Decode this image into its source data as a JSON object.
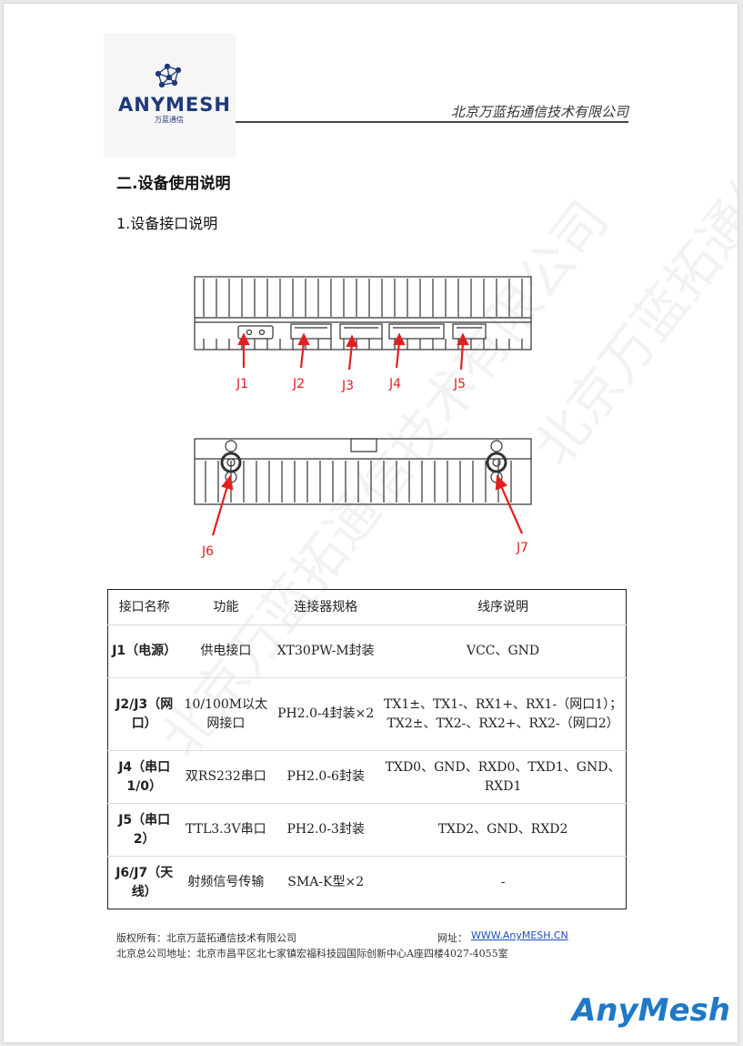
{
  "header": {
    "logo_text": "ANYMESH",
    "logo_subtitle": "万蓝通信",
    "company": "北京万蓝拓通信技术有限公司"
  },
  "section": {
    "title": "二.设备使用说明",
    "subtitle": "1.设备接口说明"
  },
  "diagram": {
    "labels": [
      "J1",
      "J2",
      "J3",
      "J4",
      "J5",
      "J6",
      "J7"
    ],
    "label_color": "#e02020"
  },
  "table": {
    "headers": [
      "接口名称",
      "功能",
      "连接器规格",
      "线序说明"
    ],
    "rows": [
      [
        "J1（电源）",
        "供电接口",
        "XT30PW-M封装",
        "VCC、GND"
      ],
      [
        "J2/J3（网口）",
        "10/100M以太网接口",
        "PH2.0-4封装×2",
        "TX1±、TX1-、RX1+、RX1-（网口1）；TX2±、TX2-、RX2+、RX2-（网口2）"
      ],
      [
        "J4（串口1/0）",
        "双RS232串口",
        "PH2.0-6封装",
        "TXD0、GND、RXD0、TXD1、GND、RXD1"
      ],
      [
        "J5（串口2）",
        "TTL3.3V串口",
        "PH2.0-3封装",
        "TXD2、GND、RXD2"
      ],
      [
        "J6/J7（天线）",
        "射频信号传输",
        "SMA-K型×2",
        "-"
      ]
    ]
  },
  "footer": {
    "copyright": "版权所有：北京万蓝拓通信技术有限公司",
    "url_label": "网址：",
    "url": "WWW.AnyMESH.CN",
    "address": "北京总公司地址：北京市昌平区北七家镇宏福科技园国际创新中心A座四楼4027-4055室"
  },
  "brand": "AnyMesh",
  "watermark": "北京万蓝拓通信技术有限公司"
}
